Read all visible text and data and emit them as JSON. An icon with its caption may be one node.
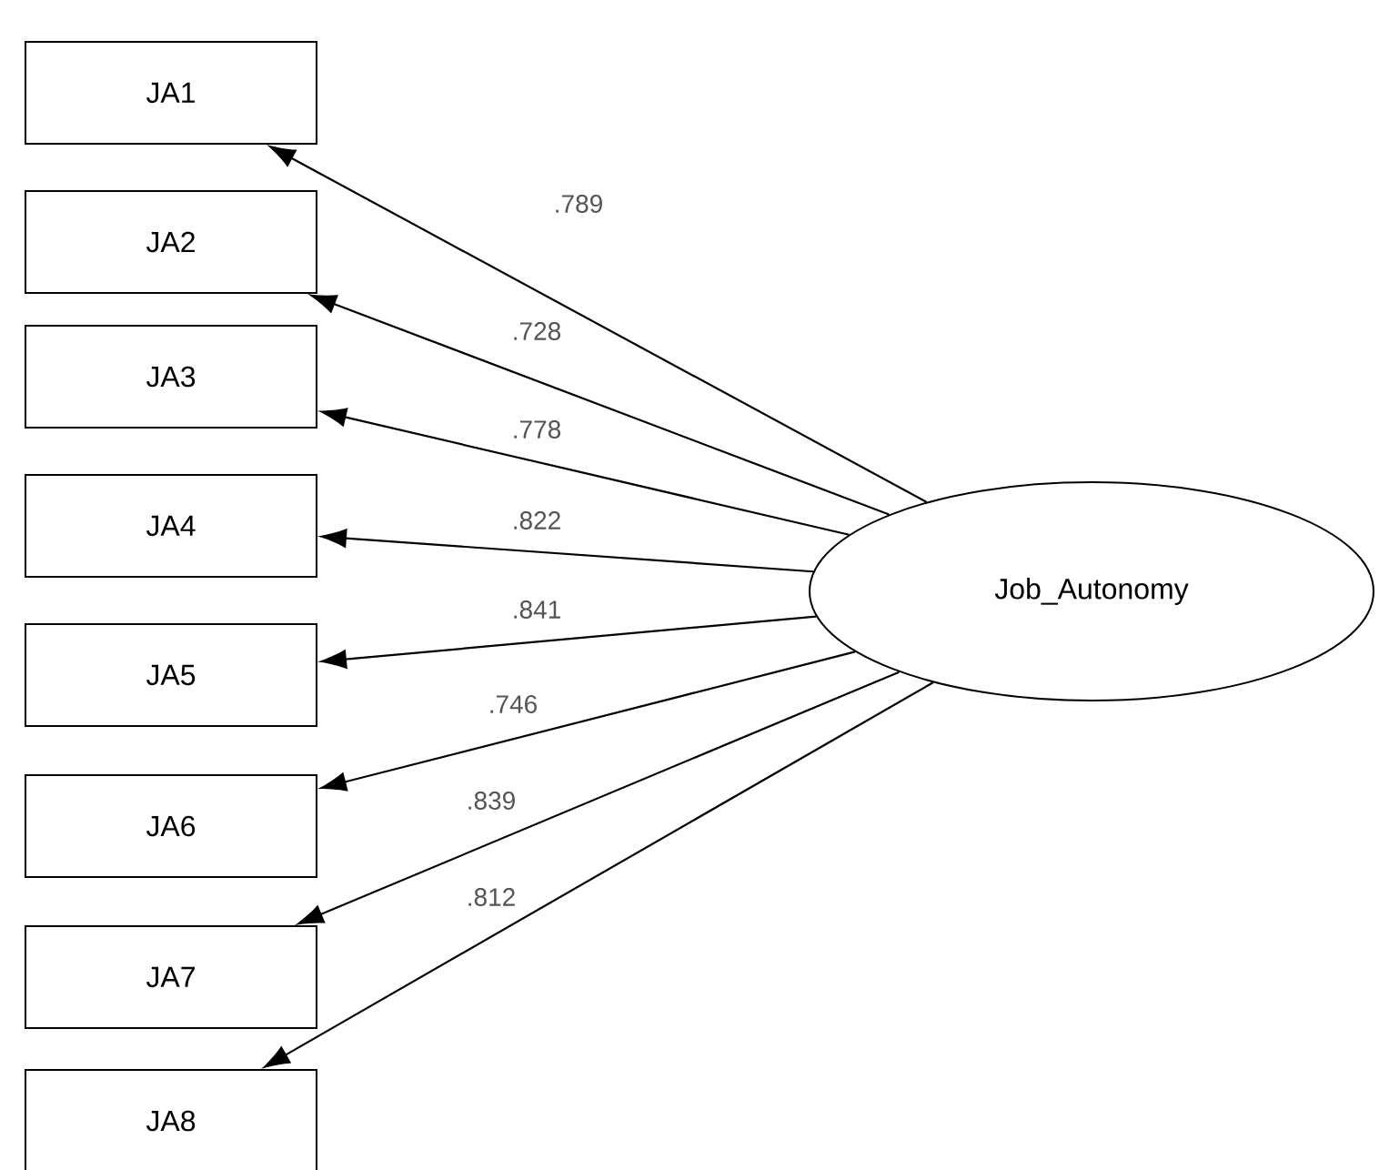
{
  "diagram": {
    "nodes": [
      {
        "text": [
          "JA1"
        ]
      },
      {
        "text": [
          "JA2"
        ]
      },
      {
        "text": [
          "JA3"
        ]
      },
      {
        "text": [
          "JA4"
        ]
      },
      {
        "text": [
          "JA5"
        ]
      },
      {
        "text": [
          "JA6"
        ]
      },
      {
        "text": [
          "JA7"
        ]
      },
      {
        "text": [
          "JA8"
        ]
      },
      {
        "text": [
          "Job_Autonomy"
        ]
      }
    ],
    "edges": [
      {
        "from": 8,
        "to": 0,
        "arrow": "to",
        "label": ".789"
      },
      {
        "from": 8,
        "to": 1,
        "arrow": "to",
        "label": ".728"
      },
      {
        "from": 8,
        "to": 2,
        "arrow": "to",
        "label": ".778"
      },
      {
        "from": 8,
        "to": 3,
        "arrow": "to",
        "label": ".822"
      },
      {
        "from": 8,
        "to": 4,
        "arrow": "to",
        "label": ".841"
      },
      {
        "from": 8,
        "to": 5,
        "arrow": "to",
        "label": ".746"
      },
      {
        "from": 8,
        "to": 6,
        "arrow": "to",
        "label": ".839"
      },
      {
        "from": 8,
        "to": 7,
        "arrow": "to",
        "label": ".812"
      }
    ]
  }
}
